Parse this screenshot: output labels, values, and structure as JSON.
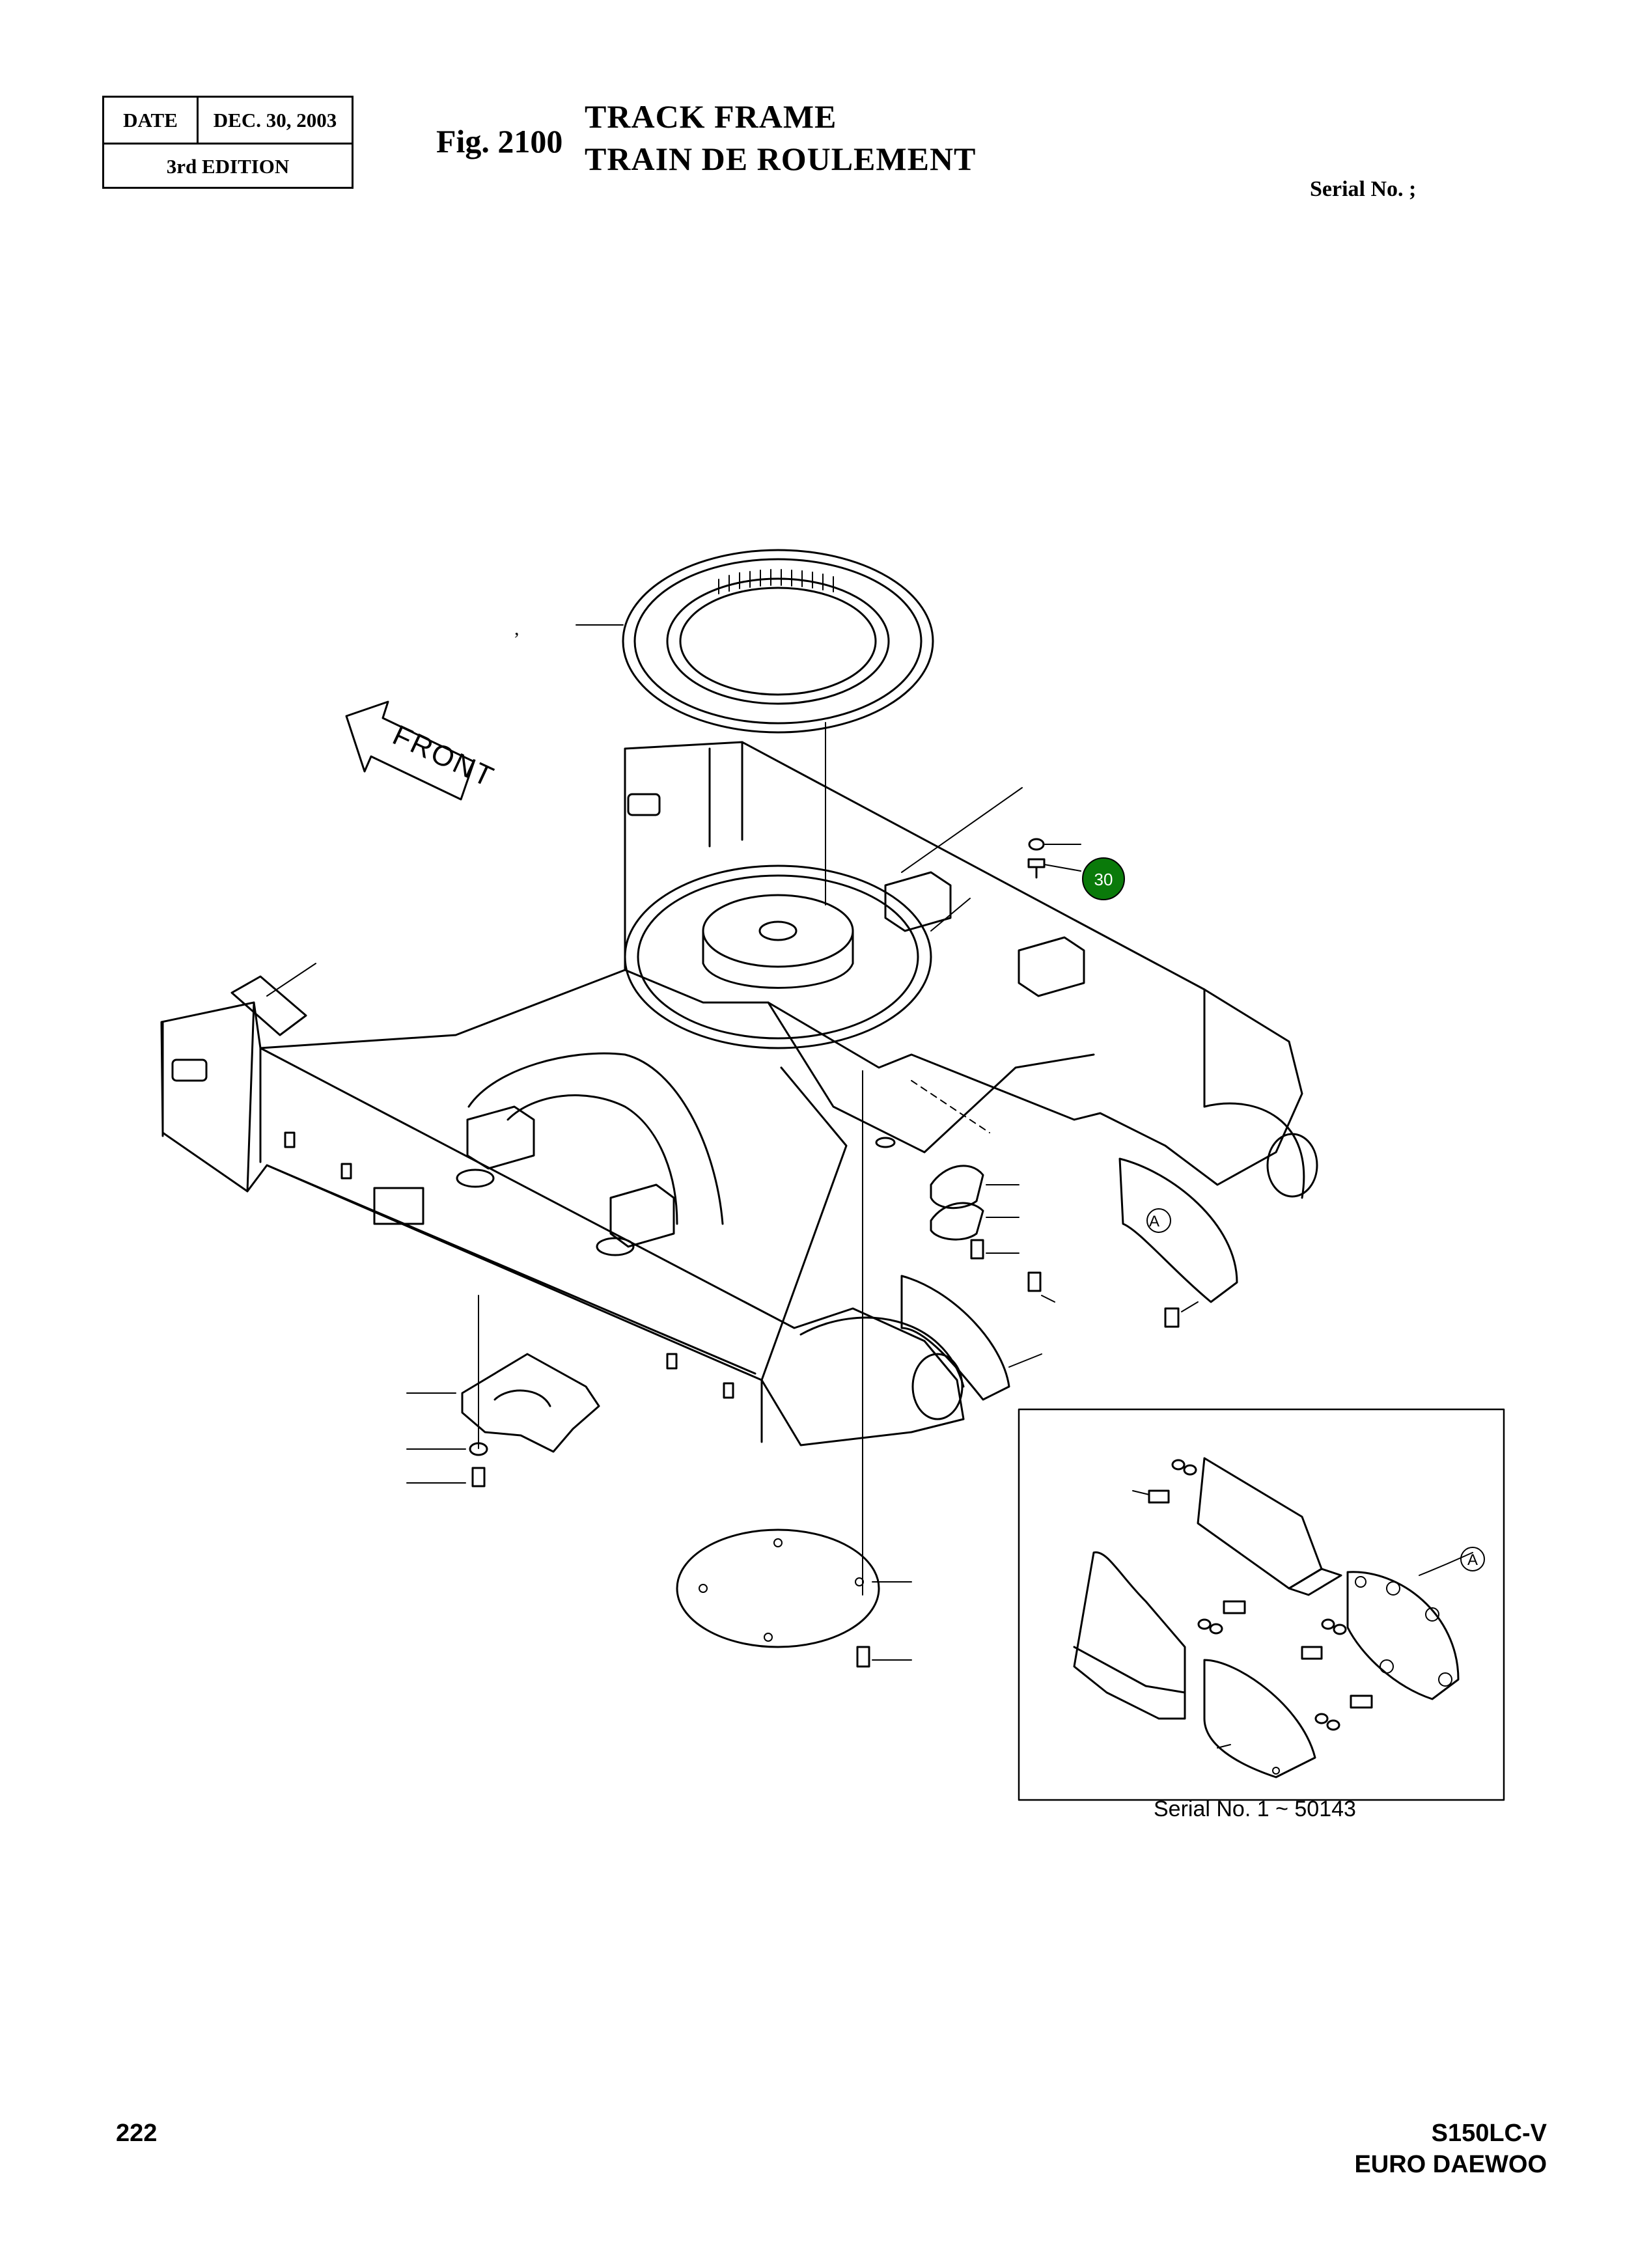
{
  "header": {
    "date_label": "DATE",
    "date_value": "DEC. 30, 2003",
    "edition": "3rd  EDITION",
    "fig_number": "Fig. 2100",
    "title_en": "TRACK FRAME",
    "title_fr": "TRAIN DE ROULEMENT",
    "serial_label": "Serial No. ;"
  },
  "diagram": {
    "front_label": "FRONT",
    "callout_number": "30",
    "callout_color": "#0a7a0a",
    "detail_ref": "A",
    "inset_serial": "Serial No. 1 ~ 50143",
    "stray_mark": ","
  },
  "footer": {
    "page_number": "222",
    "model": "S150LC-V",
    "brand": "EURO DAEWOO"
  }
}
